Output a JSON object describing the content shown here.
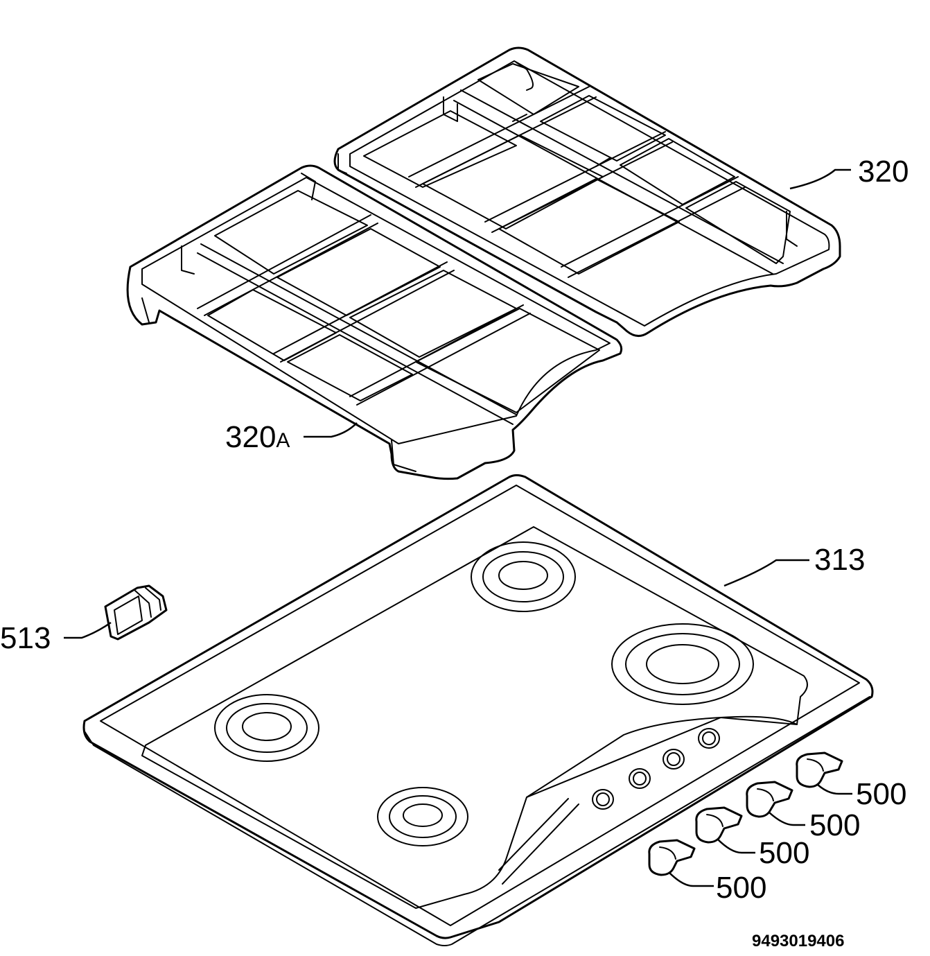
{
  "diagram": {
    "callouts": {
      "grid_right": "320",
      "grid_left_number": "320",
      "grid_left_suffix": "A",
      "hob_top": "313",
      "clip": "513",
      "knob_1": "500",
      "knob_2": "500",
      "knob_3": "500",
      "knob_4": "500"
    },
    "drawing_number": "9493019406"
  }
}
